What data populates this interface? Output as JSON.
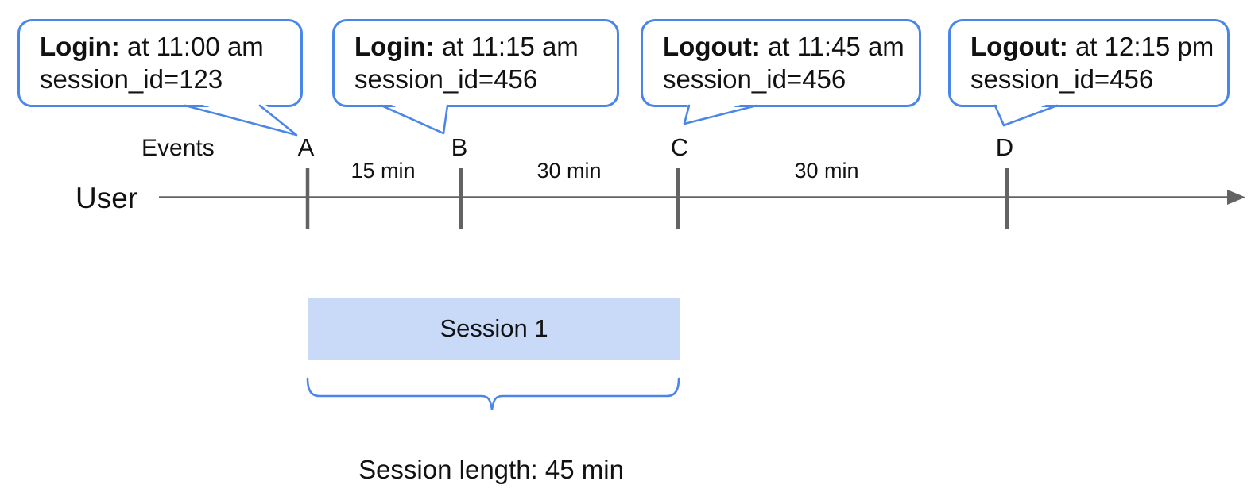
{
  "bubbles": [
    {
      "event_bold": "Login:",
      "time_text": " at 11:00 am",
      "session_text": "session_id=123"
    },
    {
      "event_bold": "Login:",
      "time_text": " at 11:15 am",
      "session_text": "session_id=456"
    },
    {
      "event_bold": "Logout:",
      "time_text": " at 11:45 am",
      "session_text": "session_id=456"
    },
    {
      "event_bold": "Logout:",
      "time_text": " at 12:15 pm",
      "session_text": "session_id=456"
    }
  ],
  "timeline": {
    "events_label": "Events",
    "user_label": "User",
    "event_markers": [
      "A",
      "B",
      "C",
      "D"
    ],
    "intervals": [
      "15 min",
      "30 min",
      "30 min"
    ]
  },
  "session": {
    "box_label": "Session 1",
    "length_label": "Session length: 45 min"
  },
  "colors": {
    "bubble_border": "#4a86e8",
    "session_fill": "#c9daf8",
    "line_gray": "#636363",
    "text": "#111111"
  }
}
